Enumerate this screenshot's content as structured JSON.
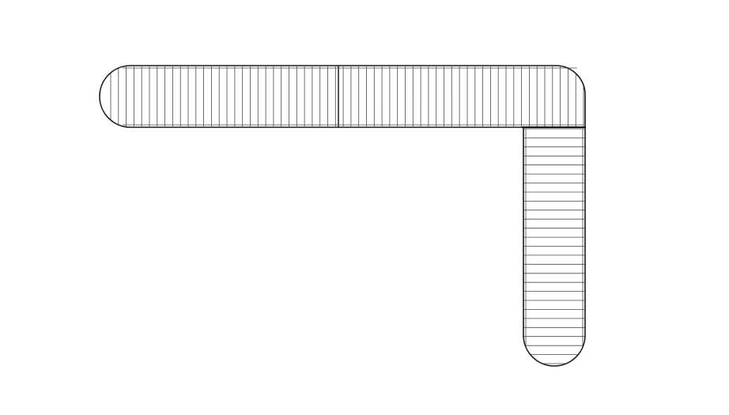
{
  "drawing": {
    "description_visible_text": "",
    "colors": {
      "background": "#ffffff",
      "outline": "#1a1a1a",
      "slat_line": "#4a4a4a",
      "seam": "#555555"
    },
    "components": [
      {
        "name": "horizontal-arm",
        "slat_orientation": "vertical",
        "slat_count": 61,
        "rounded_end": "left"
      },
      {
        "name": "vertical-arm",
        "slat_orientation": "horizontal",
        "slat_count": 26,
        "rounded_end": "bottom"
      }
    ],
    "corner": "top-right-rounded"
  }
}
